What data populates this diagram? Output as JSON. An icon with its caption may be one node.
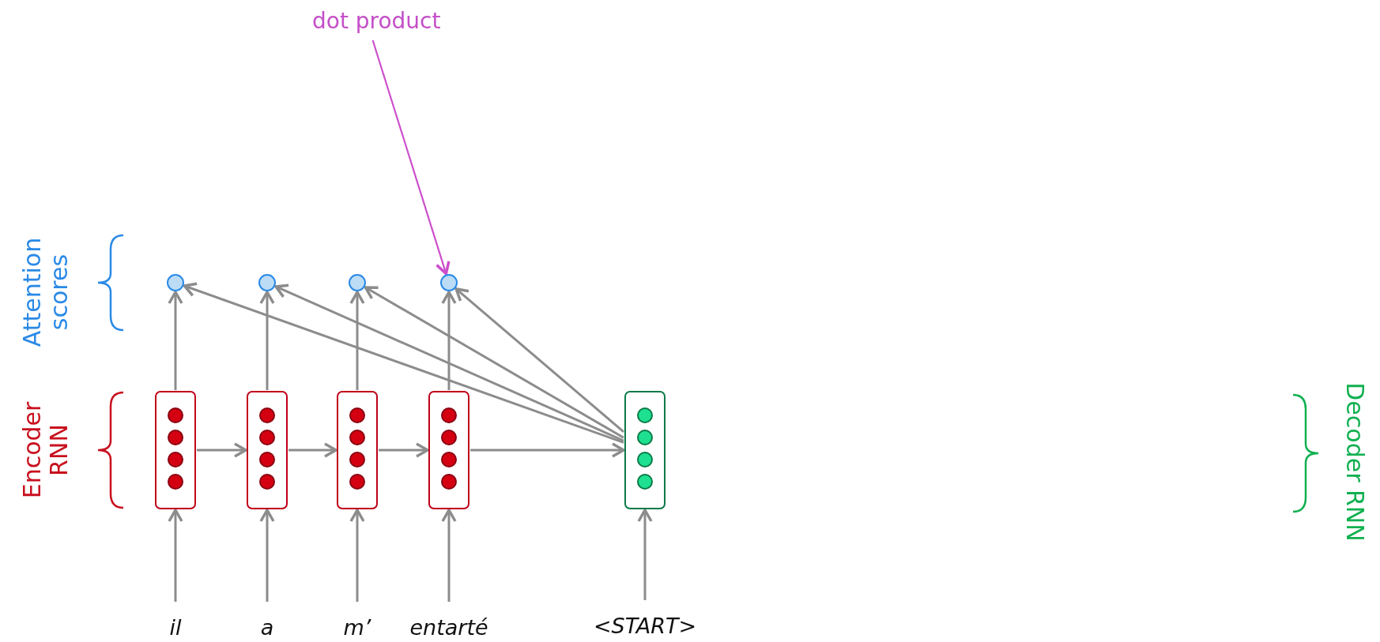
{
  "diagram": {
    "nodes": [
      {
        "text": [
          "dot product"
        ]
      },
      {
        "text": [],
        "shape": "circle"
      },
      {
        "text": [],
        "shape": "circle"
      },
      {
        "text": [],
        "shape": "circle"
      },
      {
        "text": [],
        "shape": "circle"
      },
      {
        "text": [],
        "shape": "box"
      },
      {
        "text": [],
        "shape": "box"
      },
      {
        "text": [],
        "shape": "box"
      },
      {
        "text": [],
        "shape": "box"
      },
      {
        "text": [],
        "shape": "box"
      },
      {
        "text": [
          "il"
        ]
      },
      {
        "text": [
          "a"
        ]
      },
      {
        "text": [
          "m’"
        ]
      },
      {
        "text": [
          "entarté"
        ]
      },
      {
        "text": [
          "<START>"
        ]
      }
    ],
    "edges": [
      {
        "from": 0,
        "to": 4,
        "arrow": "to",
        "color": "#cc4fcc"
      },
      {
        "from": 10,
        "to": 5,
        "arrow": "to"
      },
      {
        "from": 11,
        "to": 6,
        "arrow": "to"
      },
      {
        "from": 12,
        "to": 7,
        "arrow": "to"
      },
      {
        "from": 13,
        "to": 8,
        "arrow": "to"
      },
      {
        "from": 14,
        "to": 9,
        "arrow": "to"
      },
      {
        "from": 5,
        "to": 1,
        "arrow": "to"
      },
      {
        "from": 6,
        "to": 2,
        "arrow": "to"
      },
      {
        "from": 7,
        "to": 3,
        "arrow": "to"
      },
      {
        "from": 8,
        "to": 4,
        "arrow": "to"
      },
      {
        "from": 5,
        "to": 6,
        "arrow": "to"
      },
      {
        "from": 6,
        "to": 7,
        "arrow": "to"
      },
      {
        "from": 7,
        "to": 8,
        "arrow": "to"
      },
      {
        "from": 8,
        "to": 9,
        "arrow": "to"
      },
      {
        "from": 9,
        "to": 1,
        "arrow": "to"
      },
      {
        "from": 9,
        "to": 2,
        "arrow": "to"
      },
      {
        "from": 9,
        "to": 3,
        "arrow": "to"
      },
      {
        "from": 9,
        "to": 4,
        "arrow": "to"
      }
    ],
    "labels": [
      "Attention scores",
      "Encoder RNN",
      "Decoder RNN"
    ]
  }
}
